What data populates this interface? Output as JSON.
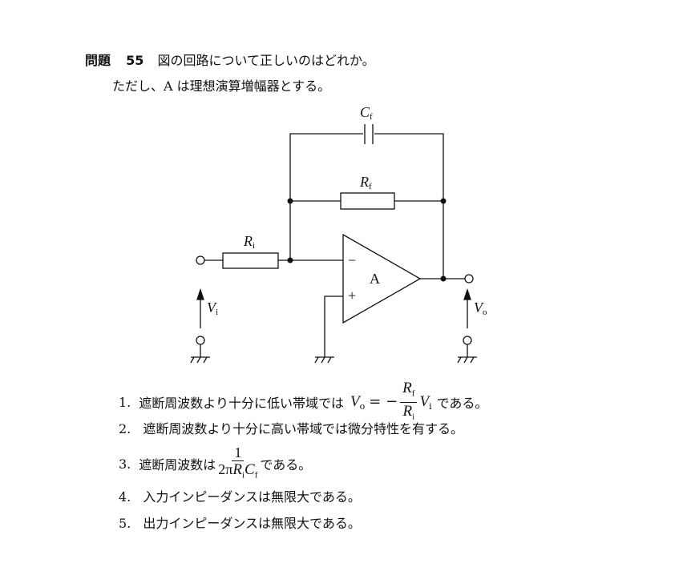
{
  "question": {
    "label": "問題",
    "number": "55",
    "text": "図の回路について正しいのはどれか。",
    "note": "ただし、A は理想演算増幅器とする。"
  },
  "circuit": {
    "cf": "C",
    "cf_sub": "f",
    "rf": "R",
    "rf_sub": "f",
    "ri": "R",
    "ri_sub": "i",
    "amp": "A",
    "minus": "−",
    "plus": "+",
    "vi": "V",
    "vi_sub": "i",
    "vo": "V",
    "vo_sub": "o"
  },
  "options": [
    {
      "num": "1.",
      "pre": "遮断周波数より十分に低い帯域では",
      "post": "である。"
    },
    {
      "num": "2.",
      "text": "遮断周波数より十分に高い帯域では微分特性を有する。"
    },
    {
      "num": "3.",
      "pre": "遮断周波数は",
      "post": "である。"
    },
    {
      "num": "4.",
      "text": "入力インピーダンスは無限大である。"
    },
    {
      "num": "5.",
      "text": "出力インピーダンスは無限大である。"
    }
  ],
  "math": {
    "vo": "V",
    "o": "o",
    "eq": "= −",
    "rf": "R",
    "f": "f",
    "ri": "R",
    "i": "i",
    "vi": "V",
    "one": "1",
    "twopi": "2π",
    "r": "R",
    "c": "C"
  }
}
